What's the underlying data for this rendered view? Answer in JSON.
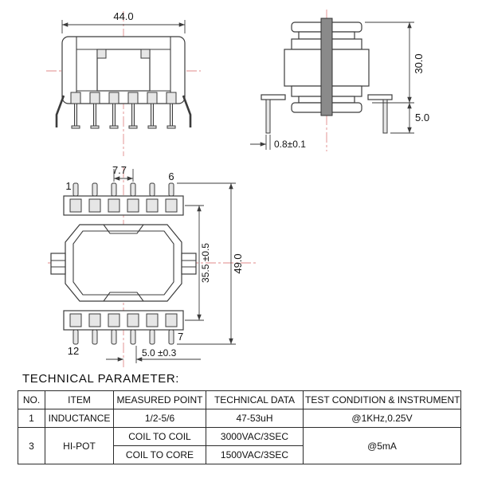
{
  "title": "TECHNICAL PARAMETER:",
  "drawing": {
    "front_view": {
      "width": "44.0"
    },
    "side_view": {
      "height": "30.0",
      "pin_length": "5.0",
      "pin_thickness": "0.8±0.1"
    },
    "top_view": {
      "pin_pitch": "7.7",
      "pin1": "1",
      "pin6": "6",
      "pin7": "7",
      "pin12": "12",
      "row_span": "35.5 ±0.5",
      "overall": "49.0",
      "pin_offset": "5.0 ±0.3"
    }
  },
  "table": {
    "headers": {
      "no": "NO.",
      "item": "ITEM",
      "measured_point": "MEASURED POINT",
      "technical_data": "TECHNICAL DATA",
      "test_condition": "TEST CONDITION & INSTRUMENT"
    },
    "row1": {
      "no": "1",
      "item": "INDUCTANCE",
      "measured_point": "1/2-5/6",
      "technical_data": "47-53uH",
      "test_condition": "@1KHz,0.25V"
    },
    "row2": {
      "no": "3",
      "item": "HI-POT",
      "measured_point": "COIL TO COIL",
      "technical_data": "3000VAC/3SEC",
      "test_condition": "@5mA"
    },
    "row3": {
      "measured_point": "COIL TO CORE",
      "technical_data": "1500VAC/3SEC"
    }
  }
}
